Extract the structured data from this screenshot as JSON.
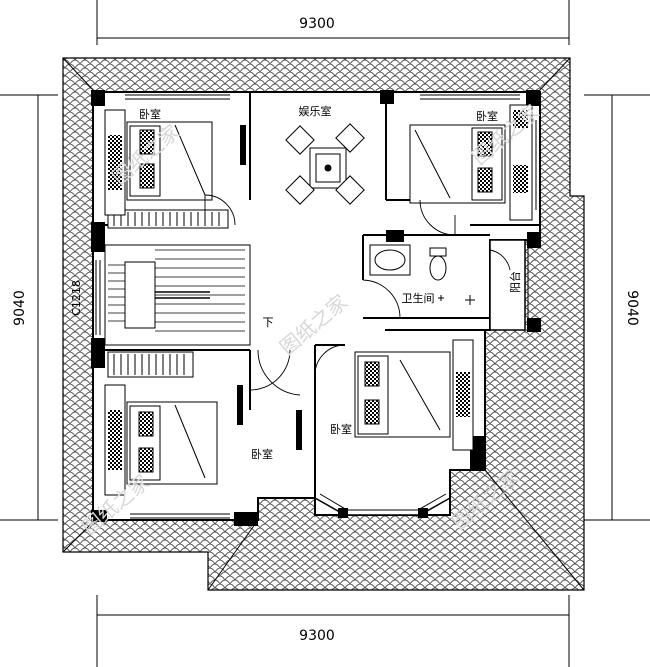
{
  "dimensions": {
    "top": "9300",
    "bottom": "9300",
    "left": "9040",
    "right": "9040"
  },
  "window_label": "C1218",
  "rooms": {
    "bedroom_nw": "卧室",
    "bedroom_ne": "卧室",
    "bedroom_sw": "卧室",
    "bedroom_se": "卧室",
    "entertainment": "娱乐室",
    "bathroom": "卫生间",
    "balcony": "阳台",
    "stair_down": "下"
  },
  "watermark": "图纸之家",
  "colors": {
    "line": "#000000",
    "tile": "#555555",
    "watermark": "#d7d7d7"
  }
}
